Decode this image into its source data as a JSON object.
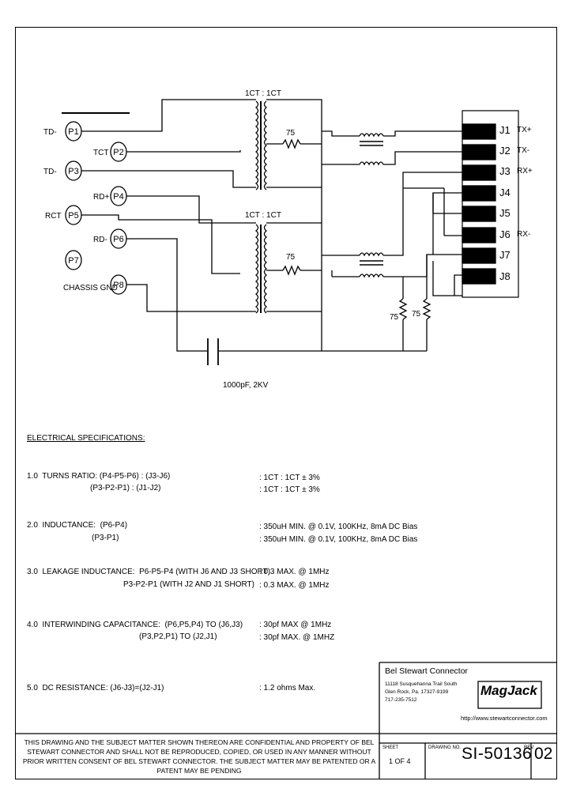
{
  "schematic": {
    "pins": [
      "P1",
      "P2",
      "P3",
      "P4",
      "P5",
      "P6",
      "P7",
      "P8"
    ],
    "pin_labels": {
      "p1": "TD-",
      "p2": "TCT",
      "p3": "TD-",
      "p4": "RD+",
      "p5": "RCT",
      "p6": "RD-",
      "p8": "CHASSIS GND"
    },
    "ratio_top": "1CT : 1CT",
    "ratio_bottom": "1CT : 1CT",
    "res_top": "75",
    "res_bottom": "75",
    "res_left": "75",
    "res_right": "75",
    "cap_label": "1000pF, 2KV",
    "jacks": [
      "J1",
      "J2",
      "J3",
      "J4",
      "J5",
      "J6",
      "J7",
      "J8"
    ],
    "jack_signals": {
      "j1": "TX+",
      "j2": "TX-",
      "j3": "RX+",
      "j6": "RX-"
    }
  },
  "specs": {
    "header": "ELECTRICAL SPECIFICATIONS:",
    "s1a": "1.0  TURNS RATIO: (P4-P5-P6) : (J3-J6)",
    "s1b": "(P3-P2-P1) : (J1-J2)",
    "v1a": ": 1CT : 1CT ± 3%",
    "v1b": ": 1CT : 1CT ± 3%",
    "s2a": "2.0  INDUCTANCE:  (P6-P4)",
    "s2b": "(P3-P1)",
    "v2a": ": 350uH MIN. @ 0.1V, 100KHz, 8mA DC Bias",
    "v2b": ": 350uH MIN. @ 0.1V, 100KHz, 8mA DC Bias",
    "s3a": "3.0  LEAKAGE INDUCTANCE:  P6-P5-P4 (WITH J6 AND J3 SHORT)",
    "s3b": "P3-P2-P1 (WITH J2 AND J1 SHORT)",
    "v3a": ": 0.3 MAX. @ 1MHz",
    "v3b": ": 0.3 MAX. @ 1MHz",
    "s4a": "4.0  INTERWINDING CAPACITANCE:  (P6,P5,P4) TO (J6,J3)",
    "s4b": "(P3,P2,P1) TO (J2,J1)",
    "v4a": ": 30pf MAX @ 1MHz",
    "v4b": ": 30pf MAX. @ 1MHZ",
    "s5": "5.0  DC RESISTANCE: (J6-J3)=(J2-J1)",
    "v5": ": 1.2 ohms Max."
  },
  "titleblock": {
    "company": "Bel Stewart Connector",
    "addr1": "11118 Susquehanna Trail South",
    "addr2": "Glen Rock, Pa. 17327-9199",
    "addr3": "717-235-7512",
    "logo": "MagJack",
    "website": "http://www.stewartconnector.com",
    "confidential": "THIS DRAWING AND THE SUBJECT MATTER SHOWN THEREON ARE CONFIDENTIAL AND PROPERTY OF BEL STEWART CONNECTOR AND SHALL NOT BE REPRODUCED, COPIED, OR USED IN ANY MANNER WITHOUT PRIOR WRITTEN CONSENT OF BEL STEWART CONNECTOR.  THE SUBJECT MATTER MAY BE PATENTED OR A PATENT MAY BE PENDING",
    "sheet_label": "SHEET",
    "sheet_value": "1  OF  4",
    "drawing_label": "DRAWING NO.",
    "drawing_no": "SI-50136",
    "rev_label": "REV.",
    "rev": "02"
  }
}
